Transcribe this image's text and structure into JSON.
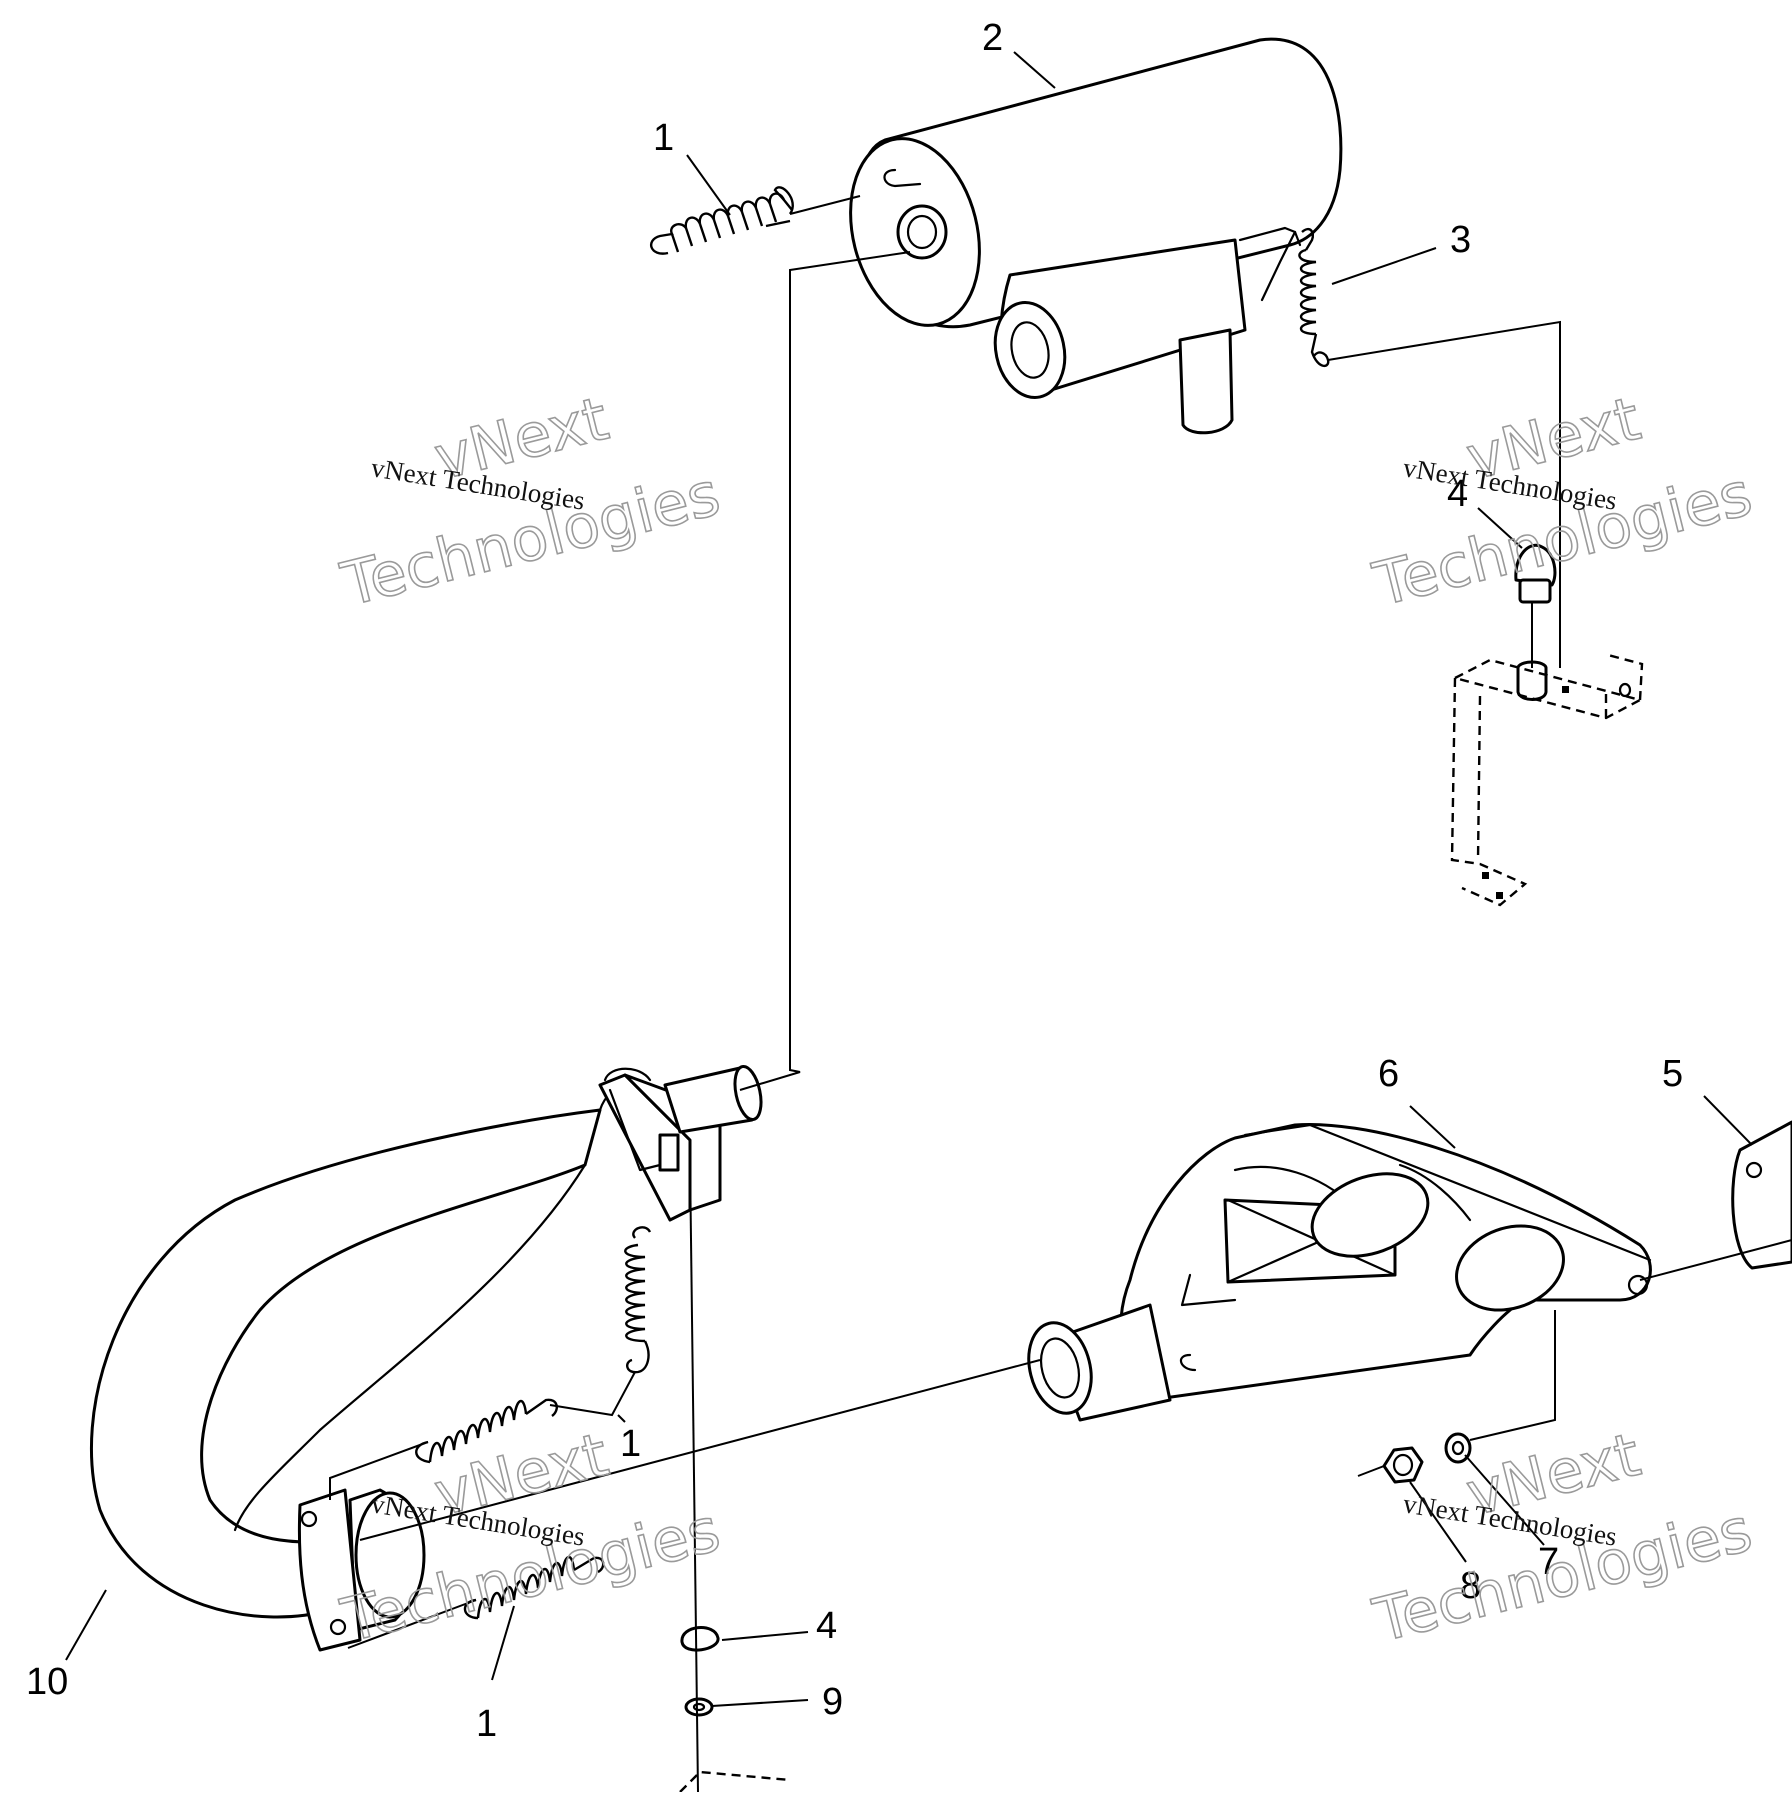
{
  "diagram": {
    "callouts": {
      "c1_top": "1",
      "c2": "2",
      "c3": "3",
      "c4_right": "4",
      "c5": "5",
      "c6": "6",
      "c1_mid": "1",
      "c7": "7",
      "c8": "8",
      "c4_bottom": "4",
      "c9": "9",
      "c10": "10",
      "c1_bottom": "1"
    },
    "watermark": {
      "line_small": "vNext Technologies",
      "line_big_1": "vNext",
      "line_big_2": "Technologies"
    }
  }
}
